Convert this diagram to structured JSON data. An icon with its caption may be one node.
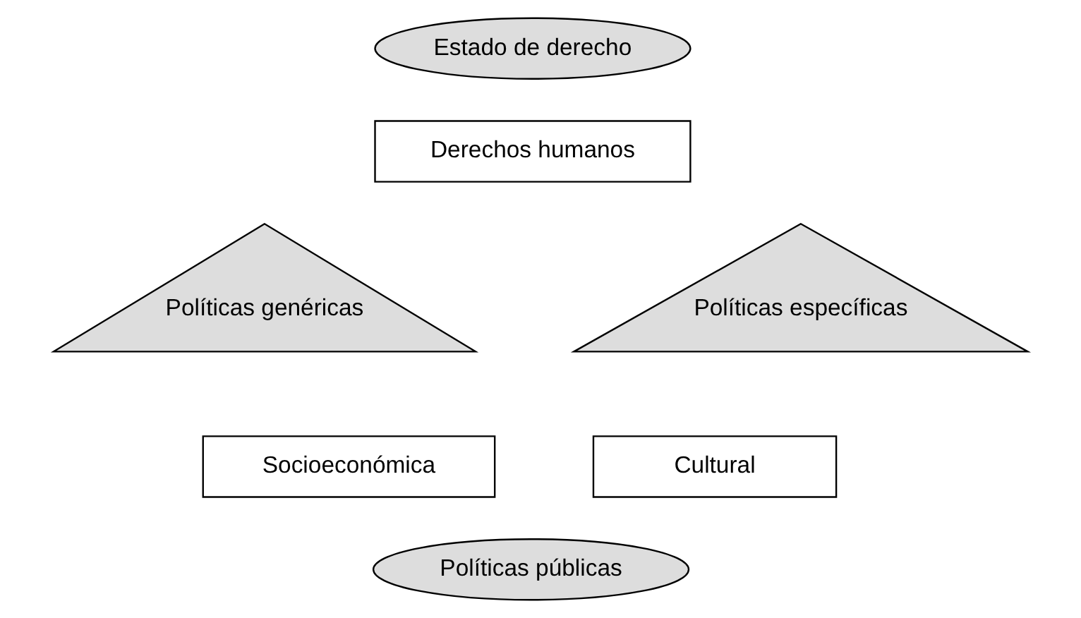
{
  "diagram": {
    "nodes": [
      {
        "text": [
          "Estado de derecho"
        ]
      },
      {
        "text": [
          "Derechos humanos"
        ]
      },
      {
        "text": [
          "Políticas genéricas"
        ]
      },
      {
        "text": [
          "Políticas específicas"
        ]
      },
      {
        "text": [
          "Socioeconómica"
        ]
      },
      {
        "text": [
          "Cultural"
        ]
      },
      {
        "text": [
          "Políticas públicas"
        ]
      }
    ]
  }
}
